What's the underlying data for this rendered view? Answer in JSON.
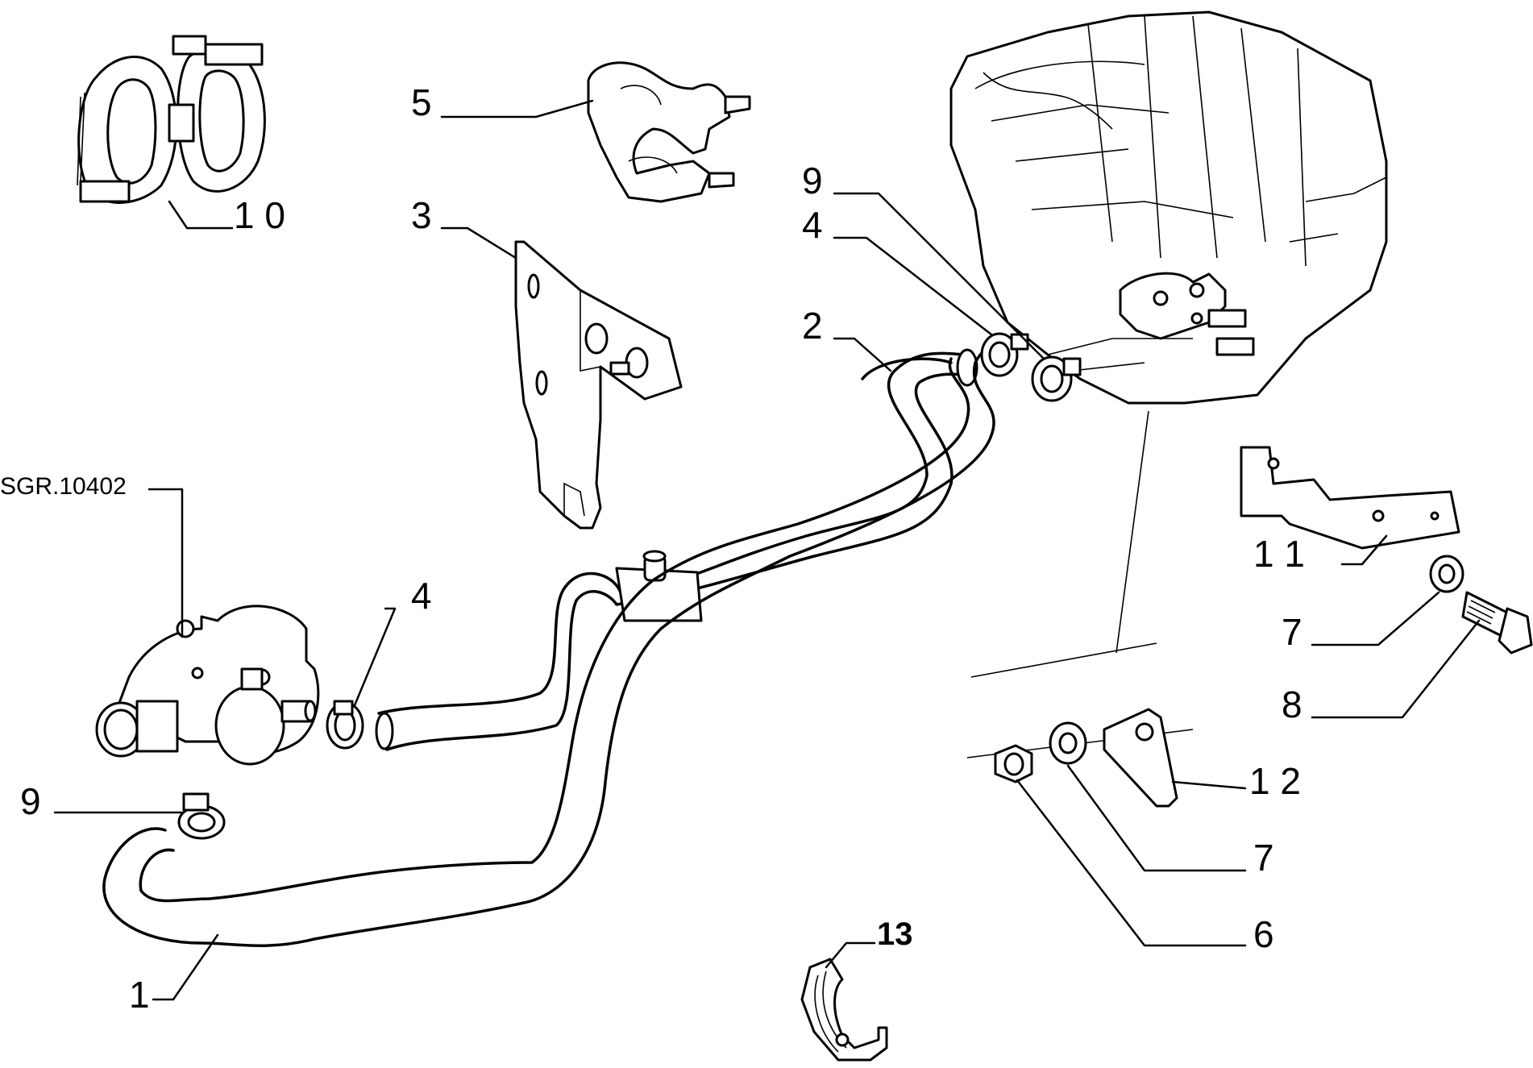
{
  "callouts": {
    "p1": "1",
    "p2": "2",
    "p3": "3",
    "p4a": "4",
    "p4b": "4",
    "p5": "5",
    "p6": "6",
    "p7a": "7",
    "p7b": "7",
    "p8": "8",
    "p9a": "9",
    "p9b": "9",
    "p10": "1 0",
    "p11": "1 1",
    "p12": "1 2",
    "p13": "13",
    "ref": "SGR.10402"
  }
}
